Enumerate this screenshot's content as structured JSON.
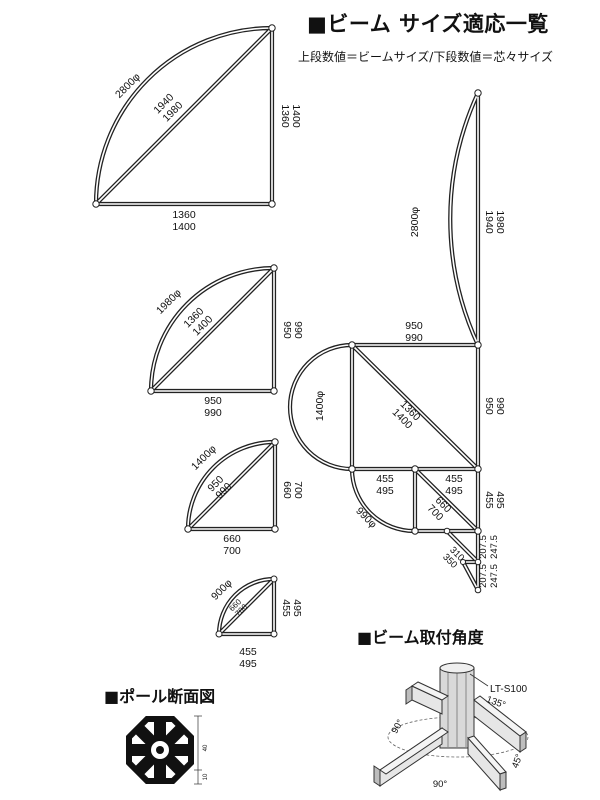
{
  "title": "■ビーム サイズ適応一覧",
  "subtitle": "上段数値＝ビームサイズ/下段数値＝芯々サイズ",
  "angle_heading": "■ビーム取付角度",
  "pole_heading": "■ポール断面図",
  "diagrams": {
    "q2800": {
      "arc": "2800φ",
      "diag": [
        "1940",
        "1980"
      ],
      "side": [
        "1360",
        "1400"
      ],
      "bottom": [
        "1360",
        "1400"
      ]
    },
    "q1980": {
      "arc": "1980φ",
      "diag": [
        "1360",
        "1400"
      ],
      "side": [
        "950",
        "990"
      ],
      "bottom": [
        "950",
        "990"
      ]
    },
    "q1400": {
      "arc": "1400φ",
      "diag": [
        "950",
        "990"
      ],
      "side": [
        "660",
        "700"
      ],
      "bottom": [
        "660",
        "700"
      ]
    },
    "q900": {
      "arc": "900φ",
      "diag": [
        "660",
        "700"
      ],
      "side": [
        "455",
        "495"
      ],
      "bottom": [
        "455",
        "495"
      ]
    },
    "combo": {
      "big_arc": "2800φ",
      "big_side": [
        "1940",
        "1980"
      ],
      "top": [
        "950",
        "990"
      ],
      "left_arc": "1400φ",
      "right_mid": [
        "950",
        "990"
      ],
      "diag": [
        "1360",
        "1400"
      ],
      "mid_left": [
        "455",
        "495"
      ],
      "mid_right": [
        "455",
        "495"
      ],
      "right_low": [
        "455",
        "495"
      ],
      "bottom_arc": "990φ",
      "small_diag": [
        "660",
        "700"
      ],
      "tiny_diag": [
        "310",
        "350"
      ],
      "tiny_a": [
        "207.5",
        "247.5"
      ],
      "tiny_b": [
        "207.5",
        "247.5"
      ]
    }
  },
  "mount": {
    "model": "LT-S100",
    "angles": [
      "135°",
      "90°",
      "90°",
      "45°"
    ]
  },
  "pole": {
    "dim_outer": "40",
    "dim_inner": "10"
  }
}
